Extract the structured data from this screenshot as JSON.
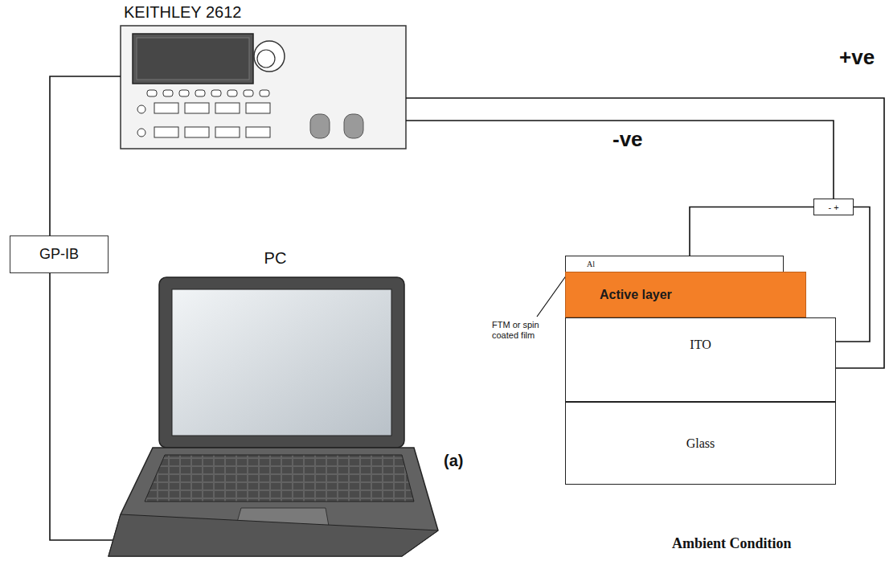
{
  "diagram": {
    "nodes": [
      {
        "text": [
          "KEITHLEY 2612"
        ]
      },
      {
        "text": [
          "GP-IB"
        ]
      },
      {
        "text": [
          "PC"
        ]
      },
      {
        "text": [
          "- +"
        ]
      },
      {
        "text": [
          "Al"
        ]
      },
      {
        "text": [
          "Active layer"
        ]
      },
      {
        "text": [
          "ITO"
        ]
      },
      {
        "text": [
          "Glass"
        ]
      }
    ],
    "edges": [
      {
        "from": 0,
        "to": 1,
        "arrow": "none"
      },
      {
        "from": 1,
        "to": 2,
        "arrow": "none"
      },
      {
        "from": 0,
        "to": 3,
        "label": "-ve",
        "arrow": "none"
      },
      {
        "from": 0,
        "to": 6,
        "label": "+ve",
        "arrow": "none"
      },
      {
        "from": 3,
        "to": 4,
        "arrow": "none"
      },
      {
        "from": 3,
        "to": 6,
        "arrow": "none"
      }
    ],
    "labels": [
      "(a)",
      "FTM or spin coated film",
      "Ambient Condition"
    ]
  }
}
